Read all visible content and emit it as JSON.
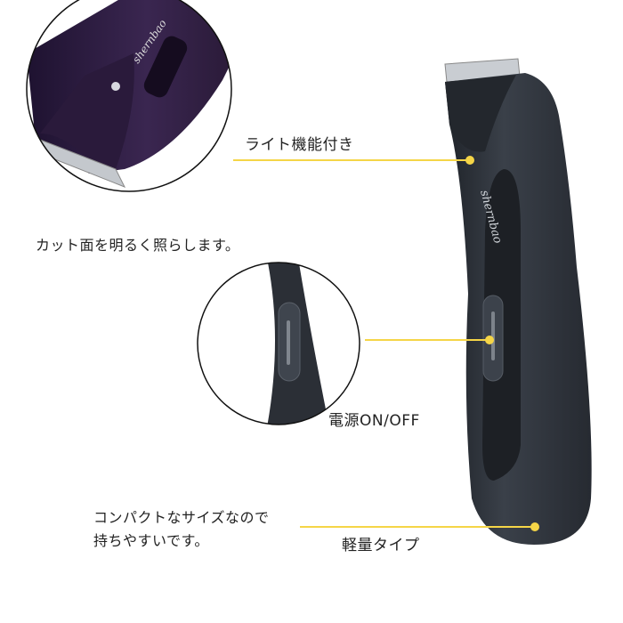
{
  "brand": "shernbao",
  "colors": {
    "accent": "#f5d547",
    "body": "#2f343c",
    "head_closeup": "#2e1d3e"
  },
  "features": {
    "light": {
      "title": "ライト機能付き",
      "desc": "カット面を明るく照らします。"
    },
    "power": {
      "title": "電源ON/OFF"
    },
    "weight": {
      "title": "軽量タイプ",
      "desc_line1": "コンパクトなサイズなので",
      "desc_line2": "持ちやすいです。"
    }
  }
}
